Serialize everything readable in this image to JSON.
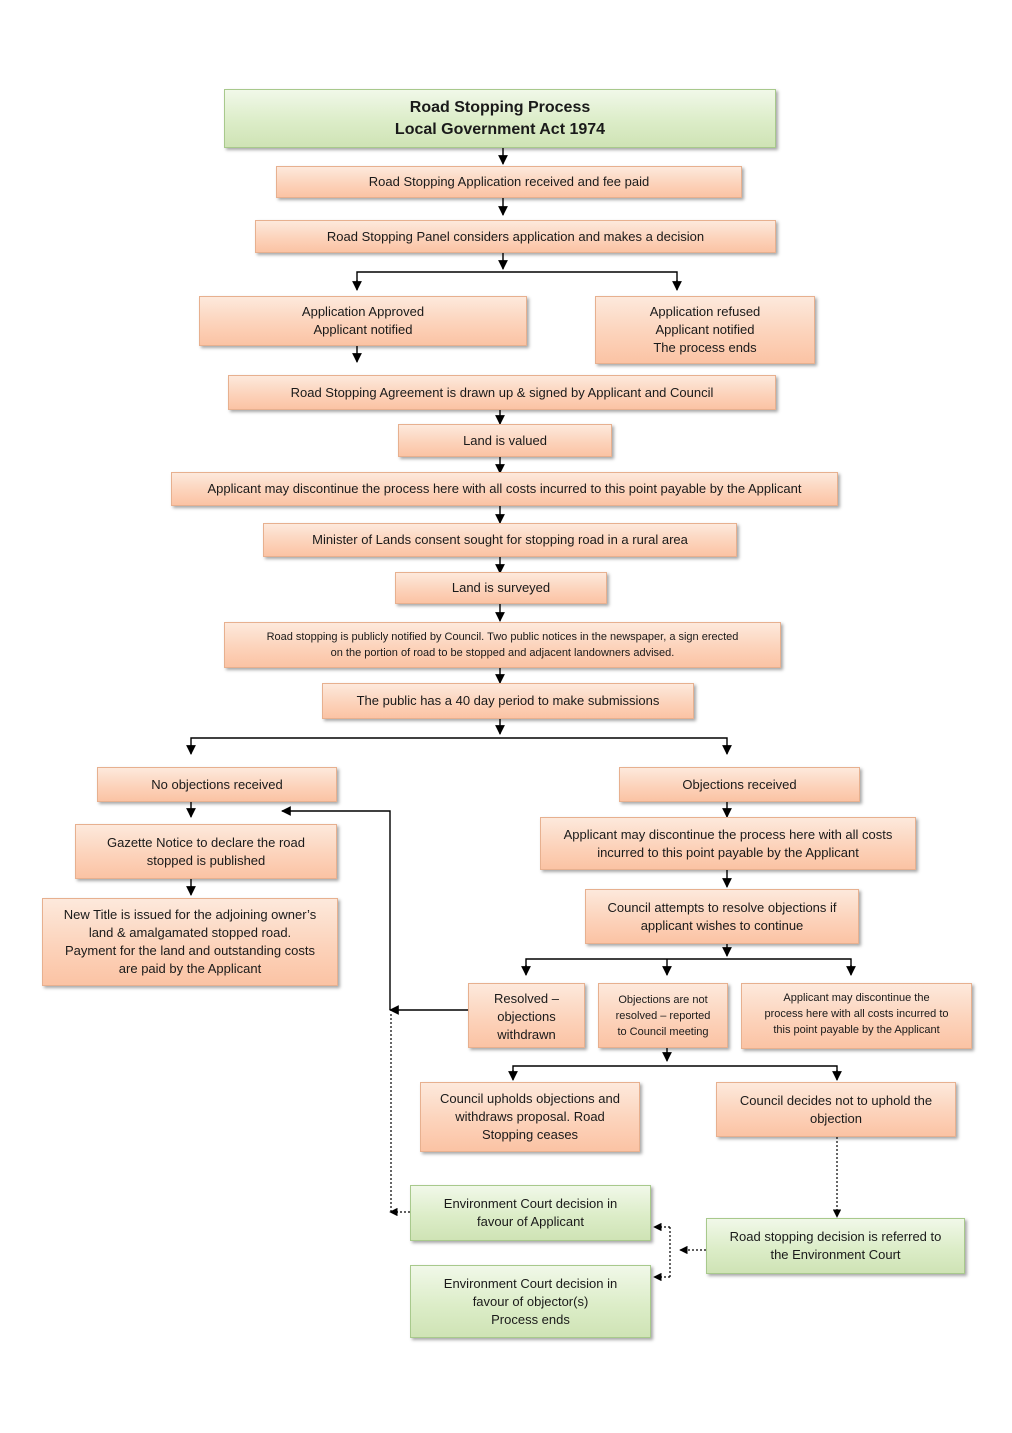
{
  "title": {
    "line1": "Road Stopping Process",
    "line2": "Local Government Act 1974"
  },
  "steps": {
    "application_received": "Road Stopping Application received and fee paid",
    "panel_considers": "Road Stopping Panel considers application and makes a decision",
    "approved": [
      "Application Approved",
      "Applicant notified"
    ],
    "refused": [
      "Application refused",
      "Applicant notified",
      "The process ends"
    ],
    "agreement": "Road Stopping Agreement is drawn up & signed by Applicant and Council",
    "land_valued": "Land is valued",
    "discontinue_1": "Applicant may discontinue the process here with all costs incurred to this point payable by the Applicant",
    "minister_consent": "Minister of Lands consent sought for stopping road in a rural area",
    "land_surveyed": "Land is surveyed",
    "publicly_notified": [
      "Road stopping is publicly notified by Council.  Two public notices in the newspaper, a sign erected",
      "on the portion of road to be stopped and adjacent landowners advised."
    ],
    "submission_period": "The public has a 40 day period to make submissions",
    "no_objections": "No objections received",
    "objections_received": "Objections received",
    "gazette_notice": [
      "Gazette Notice to declare the road",
      "stopped is published"
    ],
    "new_title": [
      "New Title is issued for the adjoining owner’s",
      "land & amalgamated stopped road.",
      "Payment for the land and outstanding costs",
      "are paid by the Applicant"
    ],
    "discontinue_2": [
      "Applicant may discontinue the process here with all costs",
      "incurred to this point payable by the Applicant"
    ],
    "council_resolve": [
      "Council attempts to resolve objections if",
      "applicant wishes to continue"
    ],
    "resolved_withdrawn": [
      "Resolved –",
      "objections",
      "withdrawn"
    ],
    "not_resolved": [
      "Objections are not",
      "resolved – reported",
      "to Council meeting"
    ],
    "discontinue_3": [
      "Applicant may discontinue the",
      "process here with all costs incurred to",
      "this point payable by the Applicant"
    ],
    "council_upholds": [
      "Council upholds objections and",
      "withdraws proposal. Road",
      "Stopping ceases"
    ],
    "council_not_uphold": [
      "Council decides not to uphold the",
      "objection"
    ],
    "env_court_applicant": [
      "Environment Court decision in",
      "favour of Applicant"
    ],
    "referred_env_court": [
      "Road stopping decision is referred to",
      "the Environment Court"
    ],
    "env_court_objectors": [
      "Environment Court decision in",
      "favour of objector(s)",
      "Process ends"
    ]
  },
  "colors": {
    "peach_box": "#fcd3bb",
    "green_box": "#dcedc8",
    "connector": "#000000"
  }
}
